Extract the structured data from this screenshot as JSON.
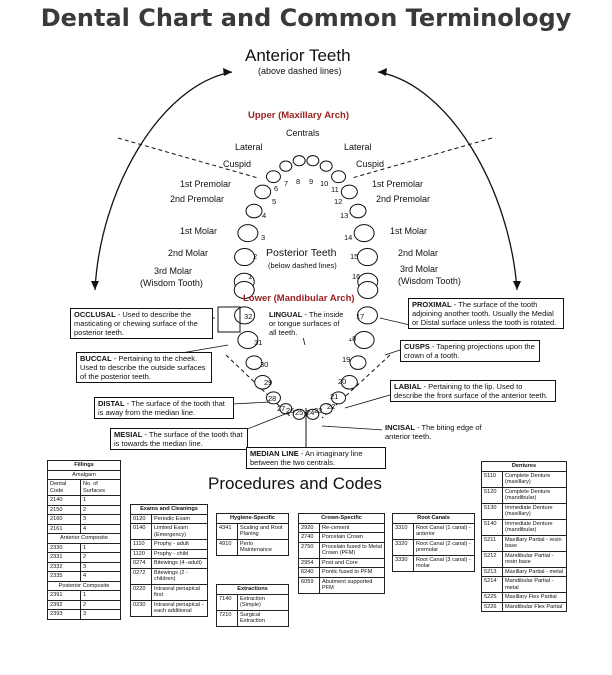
{
  "title": "Dental Chart and Common Terminology",
  "anterior": {
    "heading": "Anterior Teeth",
    "sub": "(above dashed lines)"
  },
  "upper_arch": "Upper (Maxillary Arch)",
  "lower_arch": "Lower (Mandibular Arch)",
  "labels": {
    "centrals": "Centrals",
    "lateral": "Lateral",
    "cuspid": "Cuspid",
    "first_premolar": "1st Premolar",
    "second_premolar": "2nd Premolar",
    "first_molar": "1st Molar",
    "second_molar": "2nd Molar",
    "third_molar": "3rd Molar",
    "wisdom": "(Wisdom Tooth)",
    "posterior": "Posterior Teeth",
    "posterior_sub": "(below dashed lines)"
  },
  "tooth_numbers": [
    "1",
    "2",
    "3",
    "4",
    "5",
    "6",
    "7",
    "8",
    "9",
    "10",
    "11",
    "12",
    "13",
    "14",
    "15",
    "16",
    "17",
    "18",
    "19",
    "20",
    "21",
    "22",
    "23",
    "24",
    "25",
    "26",
    "27",
    "28",
    "29",
    "30",
    "31",
    "32"
  ],
  "terms": {
    "occlusal": {
      "term": "OCCLUSAL",
      "def": " - Used to describe the masticating or chewing surface of the posterior teeth."
    },
    "lingual": {
      "term": "LINGUAL",
      "def": " - The inside or tongue surfaces of all teeth."
    },
    "proximal": {
      "term": "PROXIMAL",
      "def": " - The surface of the tooth adjoining another tooth. Usually the Medial or Distal surface unless the tooth is rotated."
    },
    "cusps": {
      "term": "CUSPS",
      "def": " - Tapering projections upon the crown of a tooth."
    },
    "buccal": {
      "term": "BUCCAL",
      "def": " - Pertaining to the cheek. Used to describe the outside surfaces of the posterior teeth."
    },
    "labial": {
      "term": "LABIAL",
      "def": " - Pertaining to the lip. Used to describe the front surface of the anterior teeth."
    },
    "distal": {
      "term": "DISTAL",
      "def": " - The surface of the tooth that is away from the median line."
    },
    "mesial": {
      "term": "MESIAL",
      "def": " - The surface of the tooth that is towards the median line."
    },
    "incisal": {
      "term": "INCISAL",
      "def": " - The biting edge of anterior teeth."
    },
    "median": {
      "term": "MEDIAN LINE",
      "def": " - An imaginary line between the two centrals."
    }
  },
  "procedures_title": "Procedures and Codes",
  "fillings": {
    "title": "Fillings",
    "amalgam": "Amalgam",
    "col1": "Dental Code",
    "col2": "No. of Surfaces",
    "amalgam_rows": [
      [
        "2140",
        "1"
      ],
      [
        "2150",
        "2"
      ],
      [
        "2160",
        "3"
      ],
      [
        "2161",
        "4"
      ]
    ],
    "anterior": "Anterior Composite",
    "anterior_rows": [
      [
        "2330",
        "1"
      ],
      [
        "2331",
        "2"
      ],
      [
        "2332",
        "3"
      ],
      [
        "2335",
        "4"
      ]
    ],
    "posterior": "Posterior Composite",
    "posterior_rows": [
      [
        "2391",
        "1"
      ],
      [
        "2392",
        "2"
      ],
      [
        "2393",
        "3"
      ]
    ]
  },
  "exams": {
    "title": "Exams and Cleanings",
    "rows": [
      [
        "0120",
        "Periodic Exam"
      ],
      [
        "0140",
        "Limited Exam (Emergency)"
      ],
      [
        "1110",
        "Prophy - adult"
      ],
      [
        "1120",
        "Prophy - child"
      ],
      [
        "0274",
        "Bitewings (4 -adult)"
      ],
      [
        "0272",
        "Bitewings (2 - children)"
      ],
      [
        "0220",
        "Intraoral periapical first"
      ],
      [
        "0230",
        "Intraoral periapical - each additional"
      ]
    ]
  },
  "hygiene": {
    "title": "Hygiene-Specific",
    "rows": [
      [
        "4341",
        "Scaling and Root Planing"
      ],
      [
        "4910",
        "Perio Maintenance"
      ]
    ]
  },
  "extractions": {
    "title": "Extractions",
    "rows": [
      [
        "7140",
        "Extraction (Simple)"
      ],
      [
        "7210",
        "Surgical Extraction"
      ]
    ]
  },
  "crown": {
    "title": "Crown-Specific",
    "rows": [
      [
        "2920",
        "Re-cement"
      ],
      [
        "2740",
        "Porcelain Crown"
      ],
      [
        "2750",
        "Procelain fused to Metal Crown (PFM)"
      ],
      [
        "2954",
        "Post and Core"
      ],
      [
        "6240",
        "Pontic fused to PFM"
      ],
      [
        "6059",
        "Abutment supported PFM"
      ]
    ]
  },
  "root": {
    "title": "Root Canals",
    "rows": [
      [
        "3310",
        "Root Canal (1 canal) - anterior"
      ],
      [
        "3320",
        "Root Canal (2 canal) - premolar"
      ],
      [
        "3330",
        "Root Canal (3 canal) - molar"
      ]
    ]
  },
  "dentures": {
    "title": "Dentures",
    "rows": [
      [
        "5110",
        "Complete Denture (maxillary)"
      ],
      [
        "5120",
        "Complete Denture (mandibular)"
      ],
      [
        "5130",
        "Immediate Denture (maxillary)"
      ],
      [
        "5140",
        "Immediate Denture (mandibular)"
      ],
      [
        "5211",
        "Maxillary Partial - resin base"
      ],
      [
        "5212",
        "Mandibular Partial - resin base"
      ],
      [
        "5213",
        "Maxillary Partial - metal"
      ],
      [
        "5214",
        "Mandibular Partial - metal"
      ],
      [
        "5225",
        "Maxillary Flex Partial"
      ],
      [
        "5226",
        "Mandibular Flex Partial"
      ]
    ]
  }
}
